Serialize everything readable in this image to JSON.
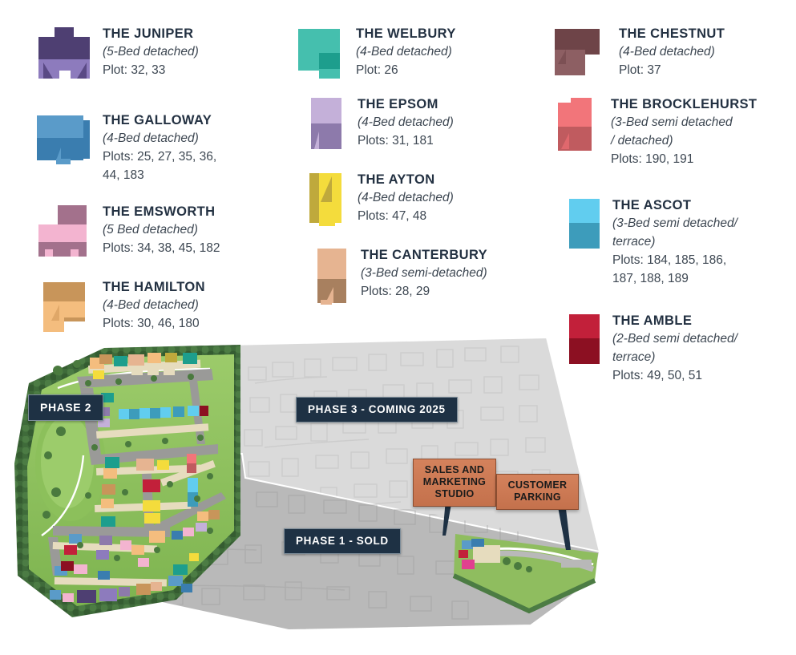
{
  "legend": {
    "columns": [
      {
        "id": "column-1",
        "items": [
          {
            "name": "THE JUNIPER",
            "type": "(5-Bed detached)",
            "plots": "Plot: 32, 33",
            "color_light": "#8d7bbd",
            "color_dark": "#4e3f72",
            "icon": "house-juniper-icon"
          },
          {
            "name": "THE GALLOWAY",
            "type": "(4-Bed detached)",
            "plots": "Plots: 25, 27, 35, 36,",
            "plots_line2": "44, 183",
            "color_light": "#5a9bc9",
            "color_dark": "#3a7daf",
            "icon": "house-galloway-icon"
          },
          {
            "name": "THE EMSWORTH",
            "type": "(5 Bed detached)",
            "plots": "Plots: 34, 38, 45, 182",
            "color_light": "#f3b4d0",
            "color_dark": "#a3718c",
            "icon": "house-emsworth-icon"
          },
          {
            "name": "THE HAMILTON",
            "type": "(4-Bed detached)",
            "plots": "Plots: 30, 46, 180",
            "color_light": "#f4bd7e",
            "color_dark": "#c8955a",
            "icon": "house-hamilton-icon"
          }
        ]
      },
      {
        "id": "column-2",
        "items": [
          {
            "name": "THE WELBURY",
            "type": "(4-Bed detached)",
            "plots": "Plot: 26",
            "color_light": "#45bfae",
            "color_dark": "#1d9e8d",
            "icon": "house-welbury-icon"
          },
          {
            "name": "THE EPSOM",
            "type": "(4-Bed detached)",
            "plots": "Plots: 31, 181",
            "color_light": "#c4b0d9",
            "color_dark": "#8d7aab",
            "icon": "house-epsom-icon"
          },
          {
            "name": "THE AYTON",
            "type": "(4-Bed detached)",
            "plots": "Plots: 47, 48",
            "color_light": "#f4dc3c",
            "color_dark": "#bfa93c",
            "icon": "house-ayton-icon"
          },
          {
            "name": "THE CANTERBURY",
            "type": "(3-Bed semi-detached)",
            "plots": "Plots: 28, 29",
            "color_light": "#e6b491",
            "color_dark": "#a8805f",
            "icon": "house-canterbury-icon"
          }
        ]
      },
      {
        "id": "column-3",
        "items": [
          {
            "name": " THE CHESTNUT",
            "type": "(4-Bed detached)",
            "plots": "Plot: 37",
            "color_light": "#8d5f63",
            "color_dark": "#5c3a3e",
            "icon": "house-chestnut-icon"
          },
          {
            "name": "THE BROCKLEHURST",
            "type": "(3-Bed semi detached",
            "type_line2": "/ detached)",
            "plots": "Plots: 190, 191",
            "color_light": "#f2757a",
            "color_dark": "#c05b5f",
            "icon": "house-brocklehurst-icon"
          },
          {
            "name": "THE ASCOT",
            "type": "(3-Bed semi detached/",
            "type_line2": "terrace)",
            "plots": "Plots: 184, 185, 186,",
            "plots_line2": "187, 188, 189",
            "color_light": "#61cdef",
            "color_dark": "#3d9cbb",
            "icon": "house-ascot-icon"
          },
          {
            "name": "THE AMBLE",
            "type": "(2-Bed semi detached/",
            "type_line2": "terrace)",
            "plots": "Plots: 49, 50, 51",
            "color_light": "#c2203a",
            "color_dark": "#8c1022",
            "icon": "house-amble-icon"
          }
        ]
      }
    ]
  },
  "map": {
    "phase_2_label": "PHASE 2",
    "phase_3_label": "PHASE 3 - COMING 2025",
    "phase_1_label": "PHASE 1 - SOLD",
    "sales_sign_line1": "SALES AND",
    "sales_sign_line2": "MARKETING",
    "sales_sign_line3": "STUDIO",
    "parking_sign_line1": "CUSTOMER",
    "parking_sign_line2": "PARKING",
    "colors": {
      "label_bg": "#1e3144",
      "sign_bg": "#c4714c",
      "grass": "#8fbd5f",
      "grass_dark": "#6ba545",
      "hedge": "#3f6b3a",
      "road": "#9a9a98",
      "phase3_grey": "#d8d8d8",
      "phase1_grey": "#b8b8b8"
    }
  }
}
